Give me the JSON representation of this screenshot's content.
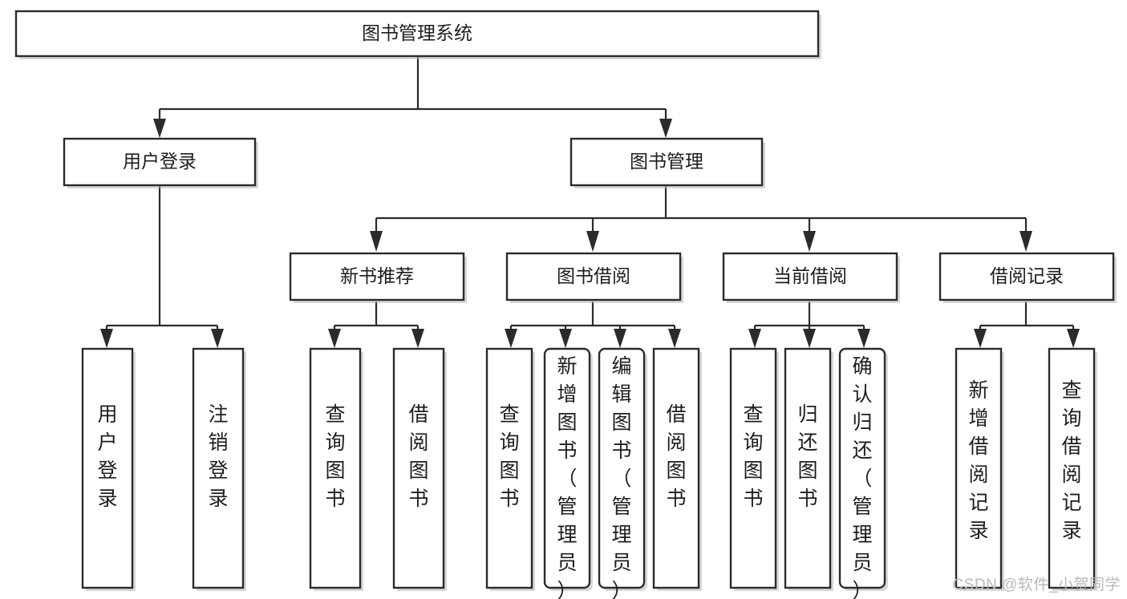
{
  "diagram": {
    "title": "图书管理系统",
    "type": "tree-hierarchy-diagram",
    "colors": {
      "box_stroke": "#2b2b2b",
      "box_fill": "#ffffff",
      "text": "#1d1d1d",
      "background": "#ffffff",
      "watermark": "#b9b9b9"
    },
    "root": {
      "id": "root",
      "label": "图书管理系统"
    },
    "level2": [
      {
        "id": "user-login",
        "label": "用户登录"
      },
      {
        "id": "book-management",
        "label": "图书管理"
      }
    ],
    "level3": [
      {
        "id": "new-book-recommend",
        "label": "新书推荐"
      },
      {
        "id": "book-borrow",
        "label": "图书借阅"
      },
      {
        "id": "current-borrow",
        "label": "当前借阅"
      },
      {
        "id": "borrow-record",
        "label": "借阅记录"
      }
    ],
    "leaves": {
      "user_login": [
        {
          "id": "leaf-user-login",
          "label": "用户登录",
          "rounded": false
        },
        {
          "id": "leaf-logout-login",
          "label": "注销登录",
          "rounded": false
        }
      ],
      "new_book_recommend": [
        {
          "id": "leaf-query-book-1",
          "label": "查询图书",
          "rounded": false
        },
        {
          "id": "leaf-borrow-book-1",
          "label": "借阅图书",
          "rounded": false
        }
      ],
      "book_borrow": [
        {
          "id": "leaf-query-book-2",
          "label": "查询图书",
          "rounded": false
        },
        {
          "id": "leaf-add-book",
          "label": "新增图书（管理员）",
          "rounded": true
        },
        {
          "id": "leaf-edit-book",
          "label": "编辑图书（管理员）",
          "rounded": true
        },
        {
          "id": "leaf-borrow-book-2",
          "label": "借阅图书",
          "rounded": false
        }
      ],
      "current_borrow": [
        {
          "id": "leaf-query-book-3",
          "label": "查询图书",
          "rounded": false
        },
        {
          "id": "leaf-return-book",
          "label": "归还图书",
          "rounded": false
        },
        {
          "id": "leaf-confirm-return",
          "label": "确认归还（管理员）",
          "rounded": true
        }
      ],
      "borrow_record": [
        {
          "id": "leaf-add-record",
          "label": "新增借阅记录",
          "rounded": false
        },
        {
          "id": "leaf-query-record",
          "label": "查询借阅记录",
          "rounded": false
        }
      ]
    }
  },
  "watermark": {
    "text": "CSDN @软件_小贺同学"
  }
}
